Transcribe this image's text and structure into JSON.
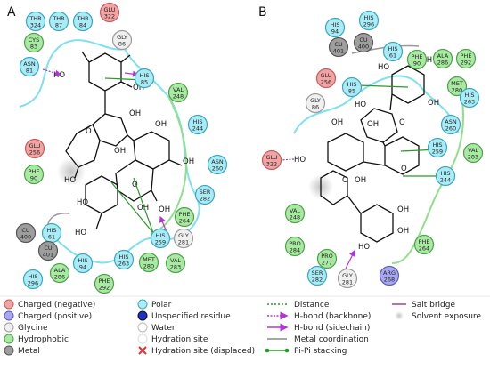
{
  "panel_a": {
    "label": "A",
    "residues": [
      {
        "t": "THR",
        "n": "324",
        "type": "polar"
      },
      {
        "t": "THR",
        "n": "87",
        "type": "polar"
      },
      {
        "t": "THR",
        "n": "84",
        "type": "polar"
      },
      {
        "t": "GLU",
        "n": "322",
        "type": "negative"
      },
      {
        "t": "CYS",
        "n": "83",
        "type": "hydrophobic"
      },
      {
        "t": "GLY",
        "n": "86",
        "type": "glycine"
      },
      {
        "t": "ASN",
        "n": "81",
        "type": "polar"
      },
      {
        "t": "HIS",
        "n": "85",
        "type": "polar"
      },
      {
        "t": "VAL",
        "n": "248",
        "type": "hydrophobic"
      },
      {
        "t": "HIS",
        "n": "244",
        "type": "polar"
      },
      {
        "t": "ASN",
        "n": "260",
        "type": "polar"
      },
      {
        "t": "GLU",
        "n": "256",
        "type": "negative"
      },
      {
        "t": "PHE",
        "n": "90",
        "type": "hydrophobic"
      },
      {
        "t": "SER",
        "n": "282",
        "type": "polar"
      },
      {
        "t": "PHE",
        "n": "264",
        "type": "hydrophobic"
      },
      {
        "t": "CU",
        "n": "400",
        "type": "metal"
      },
      {
        "t": "HIS",
        "n": "61",
        "type": "polar"
      },
      {
        "t": "HIS",
        "n": "259",
        "type": "polar"
      },
      {
        "t": "GLY",
        "n": "281",
        "type": "glycine"
      },
      {
        "t": "CU",
        "n": "401",
        "type": "metal"
      },
      {
        "t": "ALA",
        "n": "286",
        "type": "hydrophobic"
      },
      {
        "t": "HIS",
        "n": "94",
        "type": "polar"
      },
      {
        "t": "HIS",
        "n": "263",
        "type": "polar"
      },
      {
        "t": "MET",
        "n": "280",
        "type": "hydrophobic"
      },
      {
        "t": "VAL",
        "n": "283",
        "type": "hydrophobic"
      },
      {
        "t": "HIS",
        "n": "296",
        "type": "polar"
      },
      {
        "t": "PHE",
        "n": "292",
        "type": "hydrophobic"
      }
    ],
    "atoms": [
      "HO",
      "OH",
      "O",
      "OH",
      "OH",
      "OH",
      "HO",
      "OH",
      "HO",
      "HO",
      "OH",
      "O",
      "OH"
    ]
  },
  "panel_b": {
    "label": "B",
    "residues": [
      {
        "t": "HIS",
        "n": "94",
        "type": "polar"
      },
      {
        "t": "HIS",
        "n": "296",
        "type": "polar"
      },
      {
        "t": "CU",
        "n": "400",
        "type": "metal"
      },
      {
        "t": "CU",
        "n": "401",
        "type": "metal"
      },
      {
        "t": "HIS",
        "n": "61",
        "type": "polar"
      },
      {
        "t": "PHE",
        "n": "90",
        "type": "hydrophobic"
      },
      {
        "t": "ALA",
        "n": "286",
        "type": "hydrophobic"
      },
      {
        "t": "PHE",
        "n": "292",
        "type": "hydrophobic"
      },
      {
        "t": "MET",
        "n": "280",
        "type": "hydrophobic"
      },
      {
        "t": "GLU",
        "n": "256",
        "type": "negative"
      },
      {
        "t": "HIS",
        "n": "85",
        "type": "polar"
      },
      {
        "t": "HIS",
        "n": "263",
        "type": "polar"
      },
      {
        "t": "GLY",
        "n": "86",
        "type": "glycine"
      },
      {
        "t": "ASN",
        "n": "260",
        "type": "polar"
      },
      {
        "t": "HIS",
        "n": "259",
        "type": "polar"
      },
      {
        "t": "VAL",
        "n": "283",
        "type": "hydrophobic"
      },
      {
        "t": "GLU",
        "n": "322",
        "type": "negative"
      },
      {
        "t": "HIS",
        "n": "244",
        "type": "polar"
      },
      {
        "t": "VAL",
        "n": "248",
        "type": "hydrophobic"
      },
      {
        "t": "PRO",
        "n": "284",
        "type": "hydrophobic"
      },
      {
        "t": "PRO",
        "n": "277",
        "type": "hydrophobic"
      },
      {
        "t": "PHE",
        "n": "264",
        "type": "hydrophobic"
      },
      {
        "t": "SER",
        "n": "282",
        "type": "polar"
      },
      {
        "t": "GLY",
        "n": "281",
        "type": "glycine"
      },
      {
        "t": "ARG",
        "n": "268",
        "type": "positive"
      }
    ],
    "atoms": [
      "OH",
      "HO",
      "OH",
      "HO",
      "OH",
      "OH",
      "O",
      "O",
      "OH",
      "O",
      "HO",
      "OH",
      "OH",
      "HO"
    ]
  },
  "colors": {
    "negative": "#f2a3a3",
    "positive": "#a9a9f3",
    "glycine": "#f0f0f0",
    "hydrophobic": "#a8eaa2",
    "metal": "#9e9e9e",
    "polar": "#a9ecf6",
    "unspecified": "#1c2fc8",
    "water": "#ffffff",
    "negative_stroke": "#c65d5d",
    "positive_stroke": "#5c5cc0",
    "glycine_stroke": "#9a9a9a",
    "hydrophobic_stroke": "#4fa04a",
    "metal_stroke": "#555555",
    "polar_stroke": "#39a7c0",
    "pocket_cyan": "#7fe0ee",
    "pocket_green": "#8fdf8b",
    "hbond": "#b533d6",
    "pipi": "#2a9a2a",
    "salt": "#a0448a"
  },
  "legend": {
    "col1": [
      "Charged (negative)",
      "Charged (positive)",
      "Glycine",
      "Hydrophobic",
      "Metal"
    ],
    "col2": [
      "Polar",
      "Unspecified residue",
      "Water",
      "Hydration site",
      "Hydration site (displaced)"
    ],
    "col3": [
      "Distance",
      "H-bond (backbone)",
      "H-bond (sidechain)",
      "Metal coordination",
      "Pi-Pi stacking"
    ],
    "col4": [
      "Salt bridge",
      "Solvent exposure"
    ]
  }
}
